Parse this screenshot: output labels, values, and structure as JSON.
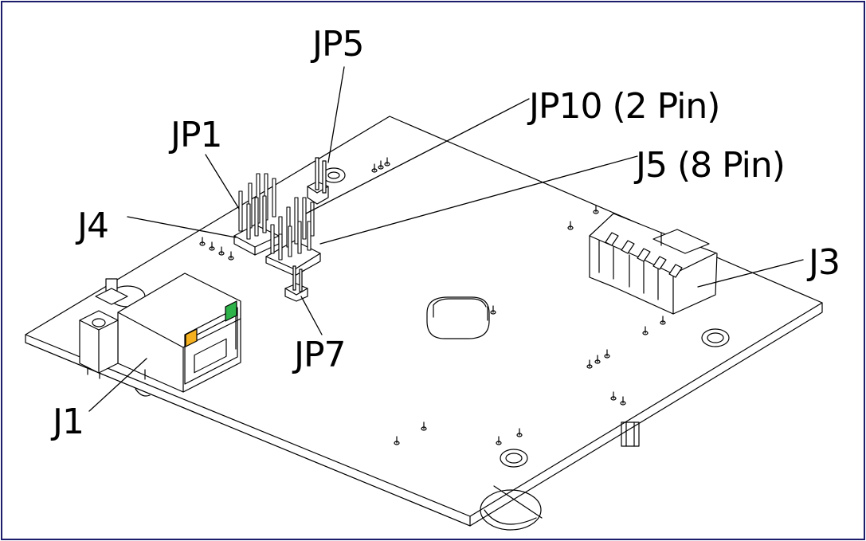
{
  "labels": {
    "jp5": "JP5",
    "jp10": "JP10 (2 Pin)",
    "jp1": "JP1",
    "j5": "J5 (8 Pin)",
    "j4": "J4",
    "j3": "J3",
    "jp7": "JP7",
    "j1": "J1"
  },
  "colors": {
    "frame": "#1d1d6b",
    "led_green": "#2db34a",
    "led_amber": "#f5b120",
    "line": "#000000"
  }
}
